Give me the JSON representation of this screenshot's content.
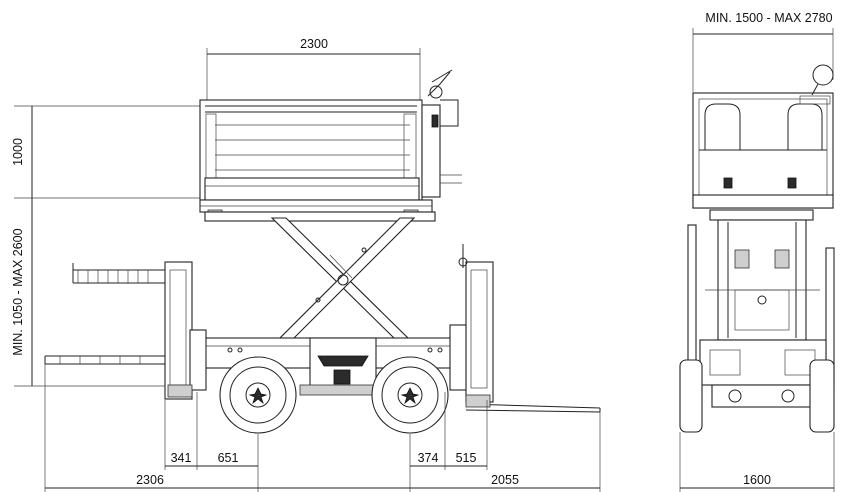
{
  "side_view": {
    "dims": {
      "platform_length": "2300",
      "guardrail_height": "1000",
      "platform_height_range": "MIN. 1050 - MAX 2600",
      "front_overhang": "2306",
      "front_offset_a": "341",
      "front_offset_b": "651",
      "rear_offset_a": "374",
      "rear_offset_b": "515",
      "rear_overhang": "2055"
    }
  },
  "end_view": {
    "dims": {
      "platform_width_range": "MIN. 1500 - MAX 2780",
      "track_width": "1600"
    }
  }
}
